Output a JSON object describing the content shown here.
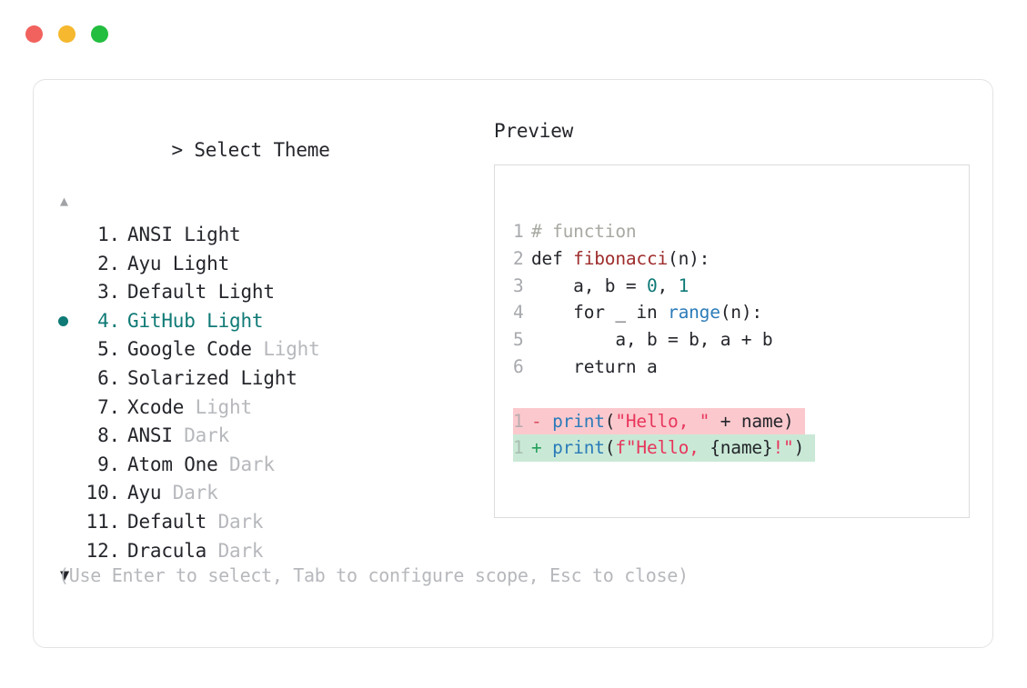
{
  "window": {
    "traffic_lights": [
      {
        "name": "close",
        "color": "#f1625e"
      },
      {
        "name": "minimize",
        "color": "#f5b82e"
      },
      {
        "name": "maximize",
        "color": "#23bd3f"
      }
    ]
  },
  "selector": {
    "prompt_marker": ">",
    "prompt_title": "Select Theme",
    "scroll_up_glyph": "▲",
    "scroll_down_glyph": "▼",
    "selected_index": 4,
    "selected_color": "#0f7a76",
    "items": [
      {
        "index": "1.",
        "name": "ANSI",
        "variant": "Light",
        "variant_muted": false,
        "selected": false
      },
      {
        "index": "2.",
        "name": "Ayu",
        "variant": "Light",
        "variant_muted": false,
        "selected": false
      },
      {
        "index": "3.",
        "name": "Default",
        "variant": "Light",
        "variant_muted": false,
        "selected": false
      },
      {
        "index": "4.",
        "name": "GitHub",
        "variant": "Light",
        "variant_muted": false,
        "selected": true
      },
      {
        "index": "5.",
        "name": "Google Code",
        "variant": "Light",
        "variant_muted": true,
        "selected": false
      },
      {
        "index": "6.",
        "name": "Solarized",
        "variant": "Light",
        "variant_muted": false,
        "selected": false
      },
      {
        "index": "7.",
        "name": "Xcode",
        "variant": "Light",
        "variant_muted": true,
        "selected": false
      },
      {
        "index": "8.",
        "name": "ANSI",
        "variant": "Dark",
        "variant_muted": true,
        "selected": false
      },
      {
        "index": "9.",
        "name": "Atom One",
        "variant": "Dark",
        "variant_muted": true,
        "selected": false
      },
      {
        "index": "10.",
        "name": "Ayu",
        "variant": "Dark",
        "variant_muted": true,
        "selected": false
      },
      {
        "index": "11.",
        "name": "Default",
        "variant": "Dark",
        "variant_muted": true,
        "selected": false
      },
      {
        "index": "12.",
        "name": "Dracula",
        "variant": "Dark",
        "variant_muted": true,
        "selected": false
      }
    ],
    "hint": "(Use Enter to select, Tab to configure scope, Esc to close)"
  },
  "preview": {
    "label": "Preview",
    "code_lines": [
      {
        "number": "1",
        "tokens": [
          {
            "text": "# function",
            "type": "comment"
          }
        ]
      },
      {
        "number": "2",
        "tokens": [
          {
            "text": "def ",
            "type": "kw"
          },
          {
            "text": "fibonacci",
            "type": "fn"
          },
          {
            "text": "(n):",
            "type": "plain"
          }
        ]
      },
      {
        "number": "3",
        "tokens": [
          {
            "text": "    a, b = ",
            "type": "plain"
          },
          {
            "text": "0",
            "type": "num"
          },
          {
            "text": ", ",
            "type": "plain"
          },
          {
            "text": "1",
            "type": "num"
          }
        ]
      },
      {
        "number": "4",
        "tokens": [
          {
            "text": "    for _ in ",
            "type": "plain"
          },
          {
            "text": "range",
            "type": "builtin"
          },
          {
            "text": "(n):",
            "type": "plain"
          }
        ]
      },
      {
        "number": "5",
        "tokens": [
          {
            "text": "        a, b = b, a + b",
            "type": "plain"
          }
        ]
      },
      {
        "number": "6",
        "tokens": [
          {
            "text": "    return a",
            "type": "plain"
          }
        ]
      }
    ],
    "diff_lines": [
      {
        "number": "1",
        "kind": "removed",
        "background": "#fbc9cd",
        "tokens": [
          {
            "text": "- ",
            "type": "minus"
          },
          {
            "text": "print",
            "type": "print"
          },
          {
            "text": "(",
            "type": "plain"
          },
          {
            "text": "\"Hello, \"",
            "type": "str"
          },
          {
            "text": " + name)",
            "type": "plain"
          }
        ]
      },
      {
        "number": "1",
        "kind": "added",
        "background": "#c9e9d6",
        "tokens": [
          {
            "text": "+ ",
            "type": "plus"
          },
          {
            "text": "print",
            "type": "print"
          },
          {
            "text": "(",
            "type": "plain"
          },
          {
            "text": "f\"Hello, ",
            "type": "str"
          },
          {
            "text": "{name}",
            "type": "plain"
          },
          {
            "text": "!\"",
            "type": "str"
          },
          {
            "text": ")",
            "type": "plain"
          }
        ]
      }
    ]
  }
}
